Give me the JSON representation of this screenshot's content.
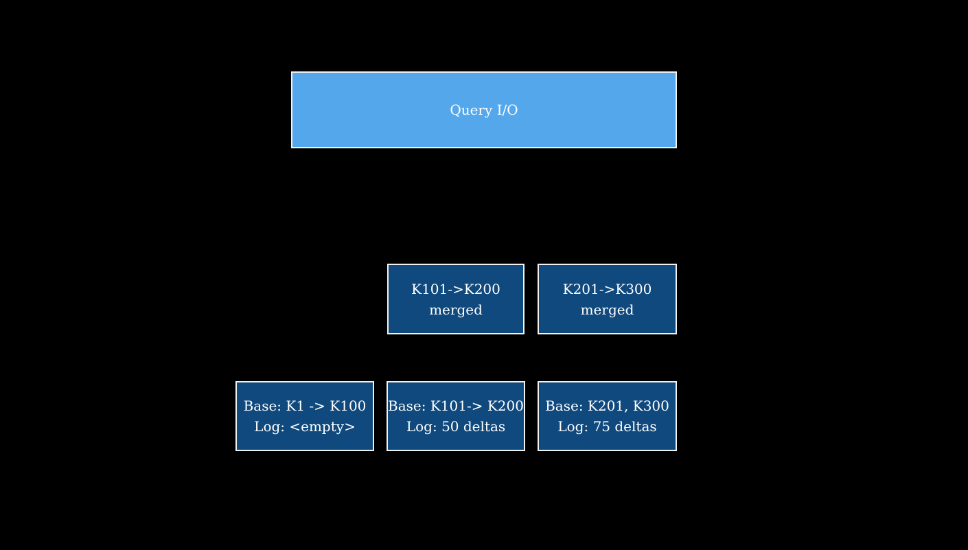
{
  "diagram": {
    "top_box": {
      "label": "Query I/O"
    },
    "merged_row": [
      {
        "line1": "K101->K200",
        "line2": "merged"
      },
      {
        "line1": "K201->K300",
        "line2": "merged"
      }
    ],
    "base_row": [
      {
        "line1": "Base: K1 -> K100",
        "line2": "Log: <empty>"
      },
      {
        "line1": "Base: K101-> K200",
        "line2": "Log: 50 deltas"
      },
      {
        "line1": "Base: K201, K300",
        "line2": "Log: 75 deltas"
      }
    ],
    "colors": {
      "background": "#000000",
      "light_box_fill": "#55a7eb",
      "dark_box_fill": "#10497d",
      "box_border": "#f2f2f2",
      "text": "#ffffff"
    }
  }
}
